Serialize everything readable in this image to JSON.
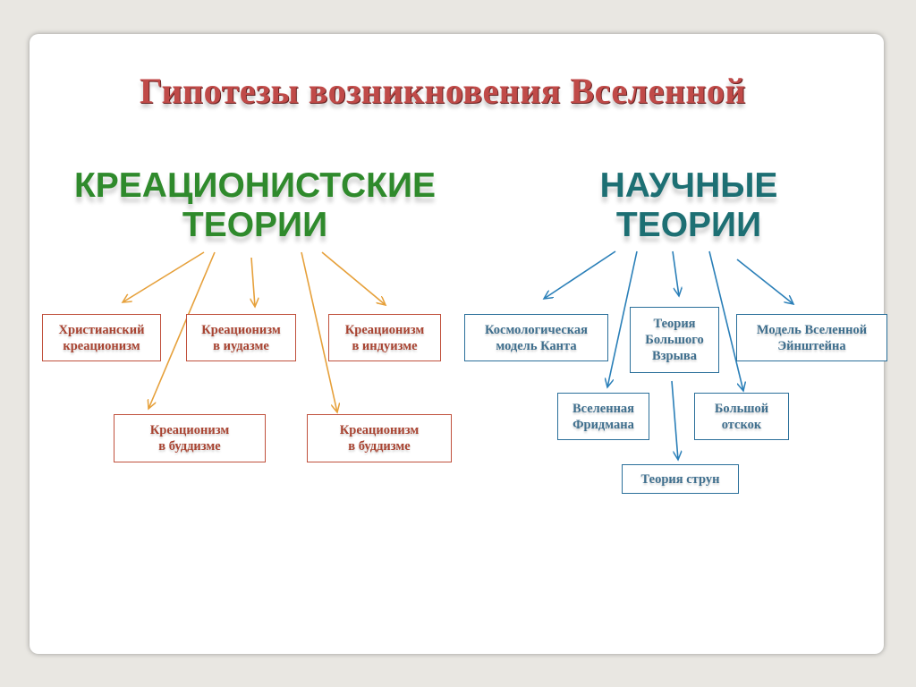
{
  "title": "Гипотезы возникновения Вселенной",
  "creationist": {
    "heading_line1": "КРЕАЦИОНИСТСКИЕ",
    "heading_line2": "ТЕОРИИ",
    "color": "#2f8a2c",
    "arrow_color": "#e6a03a",
    "nodes": {
      "christian": [
        "Христианский",
        "креационизм"
      ],
      "judaism": [
        "Креационизм",
        "в иудазме"
      ],
      "hinduism": [
        "Креационизм",
        "в индуизме"
      ],
      "buddhism_1": [
        "Креационизм",
        "в буддизме"
      ],
      "buddhism_2": [
        "Креационизм",
        "в буддизме"
      ]
    }
  },
  "scientific": {
    "heading_line1": "НАУЧНЫЕ",
    "heading_line2": "ТЕОРИИ",
    "color": "#1d6f73",
    "arrow_color": "#2a7fb8",
    "nodes": {
      "kant": [
        "Космологическая",
        "модель  Канта"
      ],
      "big_bang": [
        "Теория",
        "Большого",
        "Взрыва"
      ],
      "einstein": [
        "Модель Вселенной",
        "Эйнштейна"
      ],
      "friedmann": [
        "Вселенная",
        "Фридмана"
      ],
      "big_bounce": [
        "Большой",
        "отскок"
      ],
      "strings": [
        "Теория струн"
      ]
    }
  }
}
